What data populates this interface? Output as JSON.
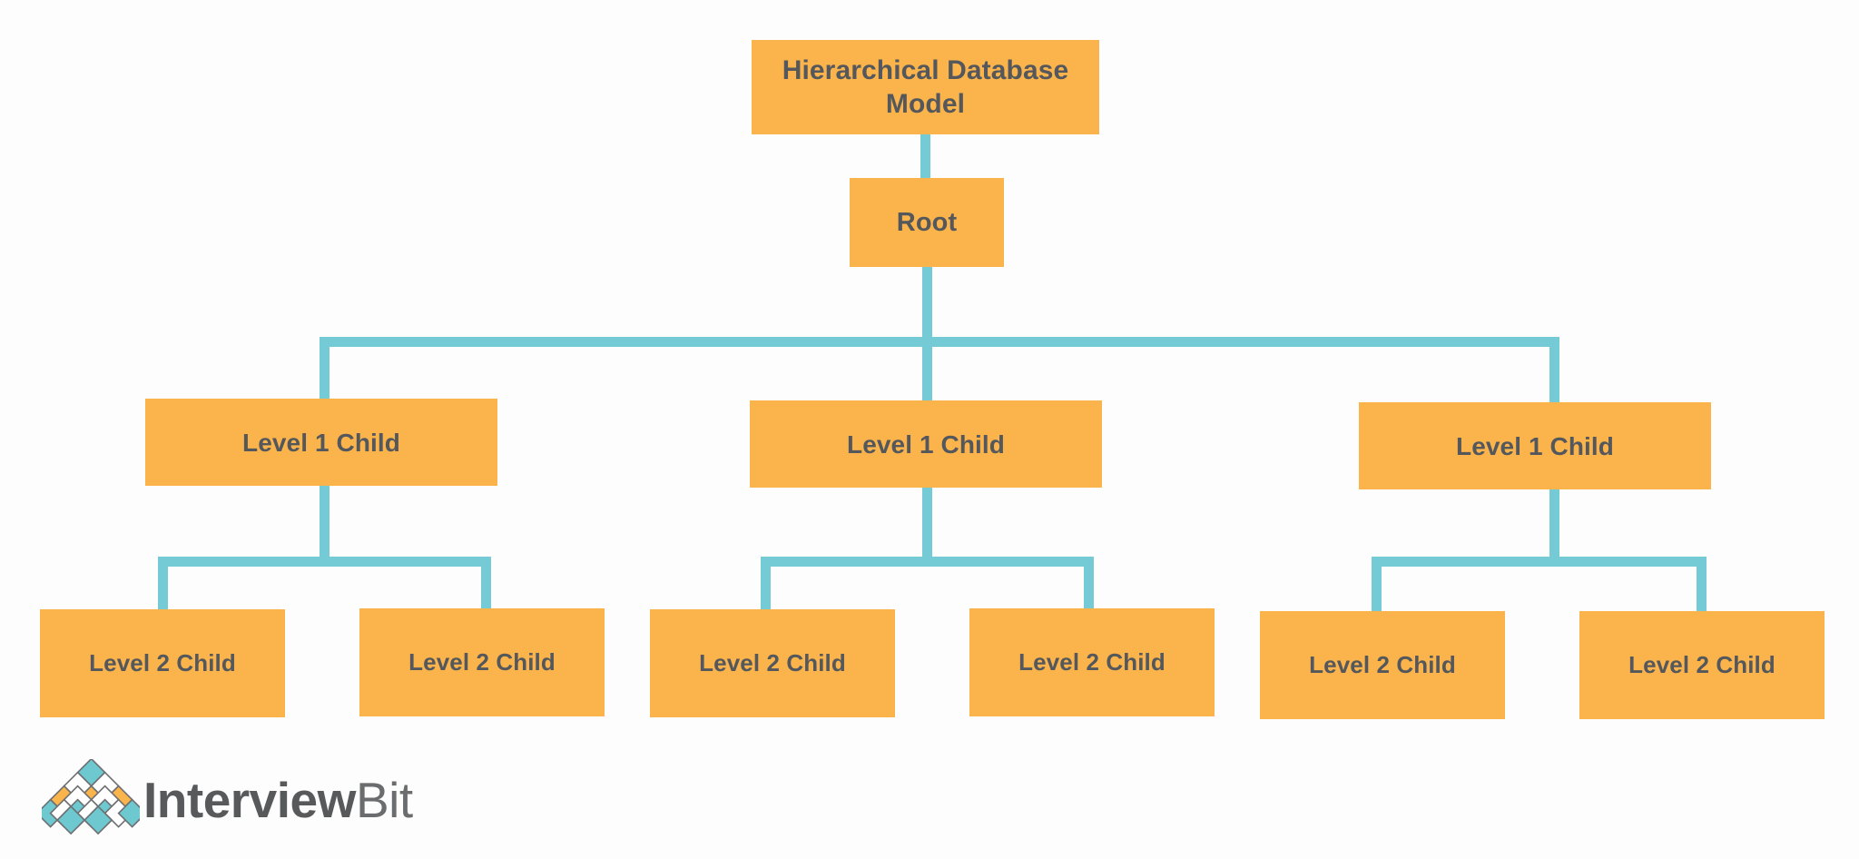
{
  "diagram": {
    "type": "tree",
    "title": "Hierarchical Database Model",
    "background_color": "#FDFDFD",
    "node_color": "#FBB44B",
    "connector_color": "#74CBD5",
    "text_color": "#54585C",
    "nodes": {
      "title": {
        "label": "Hierarchical Database Model"
      },
      "root": {
        "label": "Root"
      },
      "level1": [
        {
          "label": "Level 1 Child"
        },
        {
          "label": "Level 1 Child"
        },
        {
          "label": "Level 1 Child"
        }
      ],
      "level2": [
        {
          "label": "Level 2 Child"
        },
        {
          "label": "Level 2 Child"
        },
        {
          "label": "Level 2 Child"
        },
        {
          "label": "Level 2 Child"
        },
        {
          "label": "Level 2 Child"
        },
        {
          "label": "Level 2 Child"
        }
      ]
    }
  },
  "logo": {
    "name": "interviewbit-logo",
    "text_bold": "Interview",
    "text_light": "Bit",
    "mark_teal": "#6DC8D0",
    "mark_orange": "#F9B44C",
    "mark_outline": "#6D6E70",
    "text_color": "#58595B"
  }
}
